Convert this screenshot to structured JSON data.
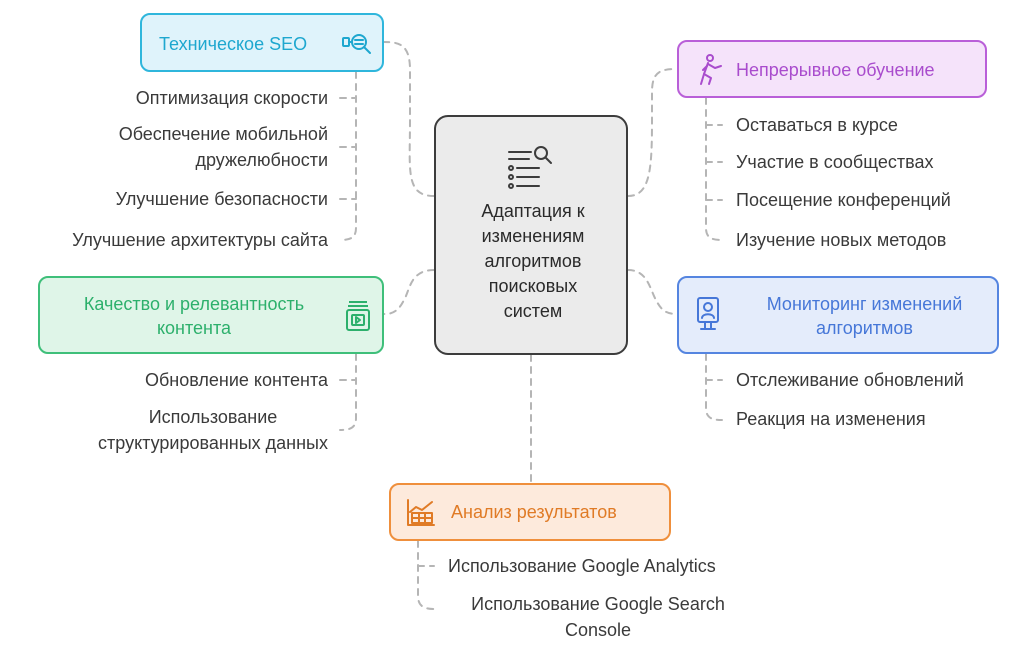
{
  "center": {
    "label": "Адаптация к изменениям алгоритмов поисковых систем",
    "lines": [
      "Адаптация к",
      "изменениям",
      "алгоритмов",
      "поисковых",
      "систем"
    ],
    "icon": "list-search-icon"
  },
  "branches": {
    "technical_seo": {
      "label": "Техническое SEO",
      "icon": "magnifier-icon",
      "color": "#2fb6dc",
      "items": [
        [
          "Оптимизация скорости"
        ],
        [
          "Обеспечение мобильной",
          "дружелюбности"
        ],
        [
          "Улучшение безопасности"
        ],
        [
          "Улучшение архитектуры сайта"
        ]
      ]
    },
    "content_quality": {
      "label": "Качество и релевантность контента",
      "lines": [
        "Качество и релевантность",
        "контента"
      ],
      "icon": "video-library-icon",
      "color": "#3fbf7a",
      "items": [
        [
          "Обновление контента"
        ],
        [
          "Использование",
          "структурированных данных"
        ]
      ]
    },
    "continuous_learning": {
      "label": "Непрерывное обучение",
      "icon": "person-walking-icon",
      "color": "#b95fd8",
      "items": [
        [
          "Оставаться в курсе"
        ],
        [
          "Участие в сообществах"
        ],
        [
          "Посещение конференций"
        ],
        [
          "Изучение новых методов"
        ]
      ]
    },
    "algorithm_monitoring": {
      "label": "Мониторинг изменений алгоритмов",
      "lines": [
        "Мониторинг изменений",
        "алгоритмов"
      ],
      "icon": "monitor-person-icon",
      "color": "#5585e0",
      "items": [
        [
          "Отслеживание обновлений"
        ],
        [
          "Реакция на изменения"
        ]
      ]
    },
    "results_analysis": {
      "label": "Анализ результатов",
      "icon": "spreadsheet-chart-icon",
      "color": "#ef8f3c",
      "items": [
        [
          "Использование Google Analytics"
        ],
        [
          "Использование Google Search",
          "Console"
        ]
      ]
    }
  }
}
